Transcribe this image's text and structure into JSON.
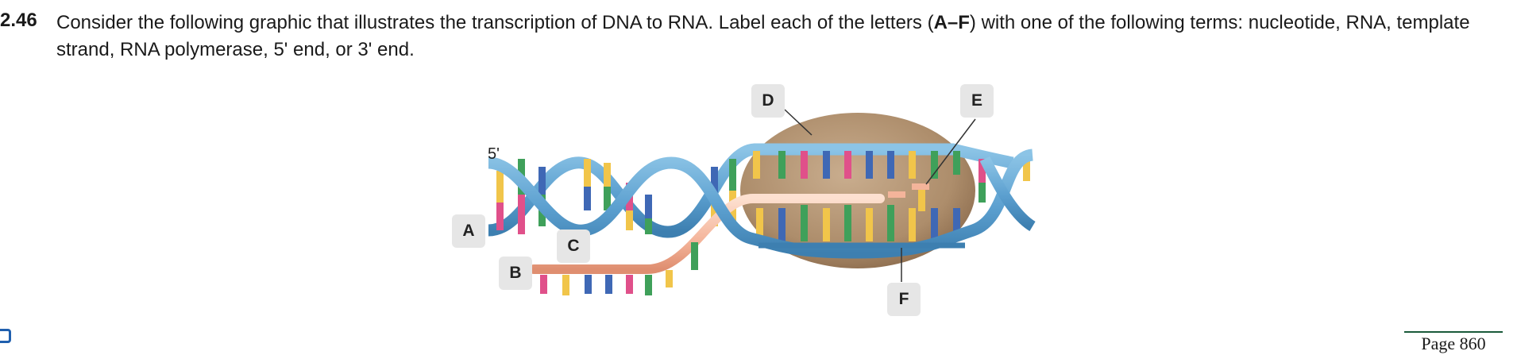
{
  "question": {
    "number": "2.46",
    "text_part1": "Consider the following graphic that illustrates the transcription of DNA to RNA. Label each of the letters (",
    "text_bold": "A–F",
    "text_part2": ") with one of the following terms: nucleotide, RNA, template strand, RNA polymerase, 5' end, or 3' end."
  },
  "figure": {
    "end_label": "5'",
    "labels": {
      "a": "A",
      "b": "B",
      "c": "C",
      "d": "D",
      "e": "E",
      "f": "F"
    },
    "colors": {
      "backbone": "#5b9fcf",
      "backbone_dark": "#3d7fb0",
      "polymerase": "#b09070",
      "rna": "#f4b49a",
      "base_yellow": "#f1c54a",
      "base_green": "#3fa05a",
      "base_pink": "#e0508a",
      "base_blue": "#3f68b5"
    }
  },
  "footer": {
    "page_label": "Page 860"
  }
}
